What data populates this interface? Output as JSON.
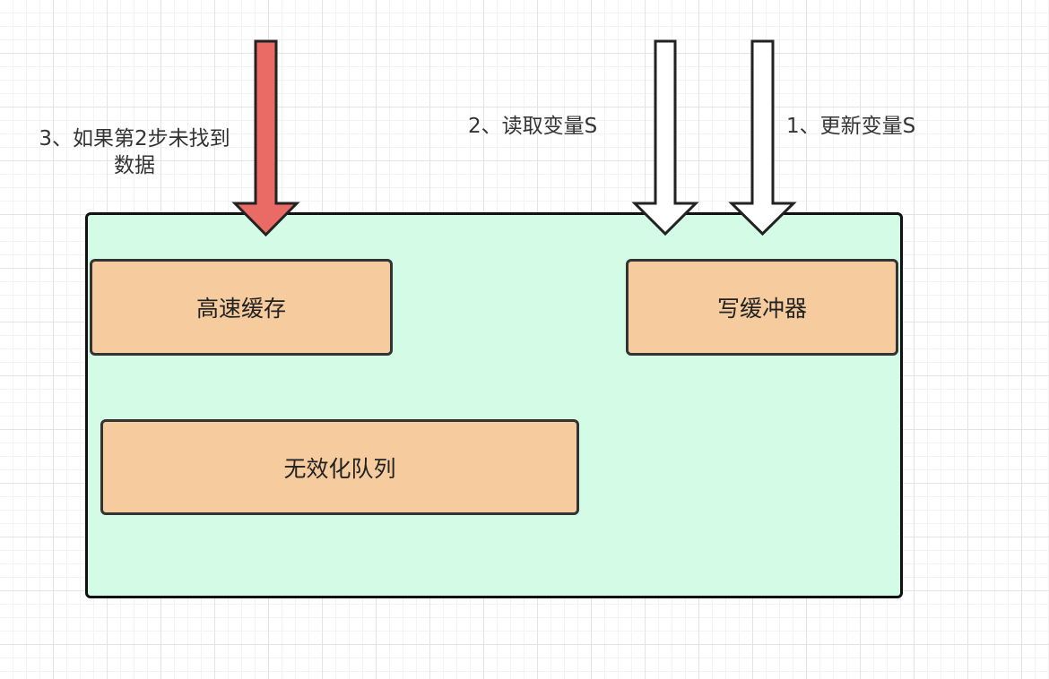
{
  "blocks": {
    "cache": "高速缓存",
    "write_buffer": "写缓冲器",
    "invalidate_queue": "无效化队列"
  },
  "steps": {
    "step1": "1、更新变量S",
    "step2": "2、读取变量S",
    "step3": "3、如果第2步未找到数据"
  },
  "colors": {
    "container_fill": "#d4fbe6",
    "block_fill": "#f6cc9f",
    "highlight_arrow": "#ea6b66",
    "plain_arrow": "#ffffff"
  }
}
